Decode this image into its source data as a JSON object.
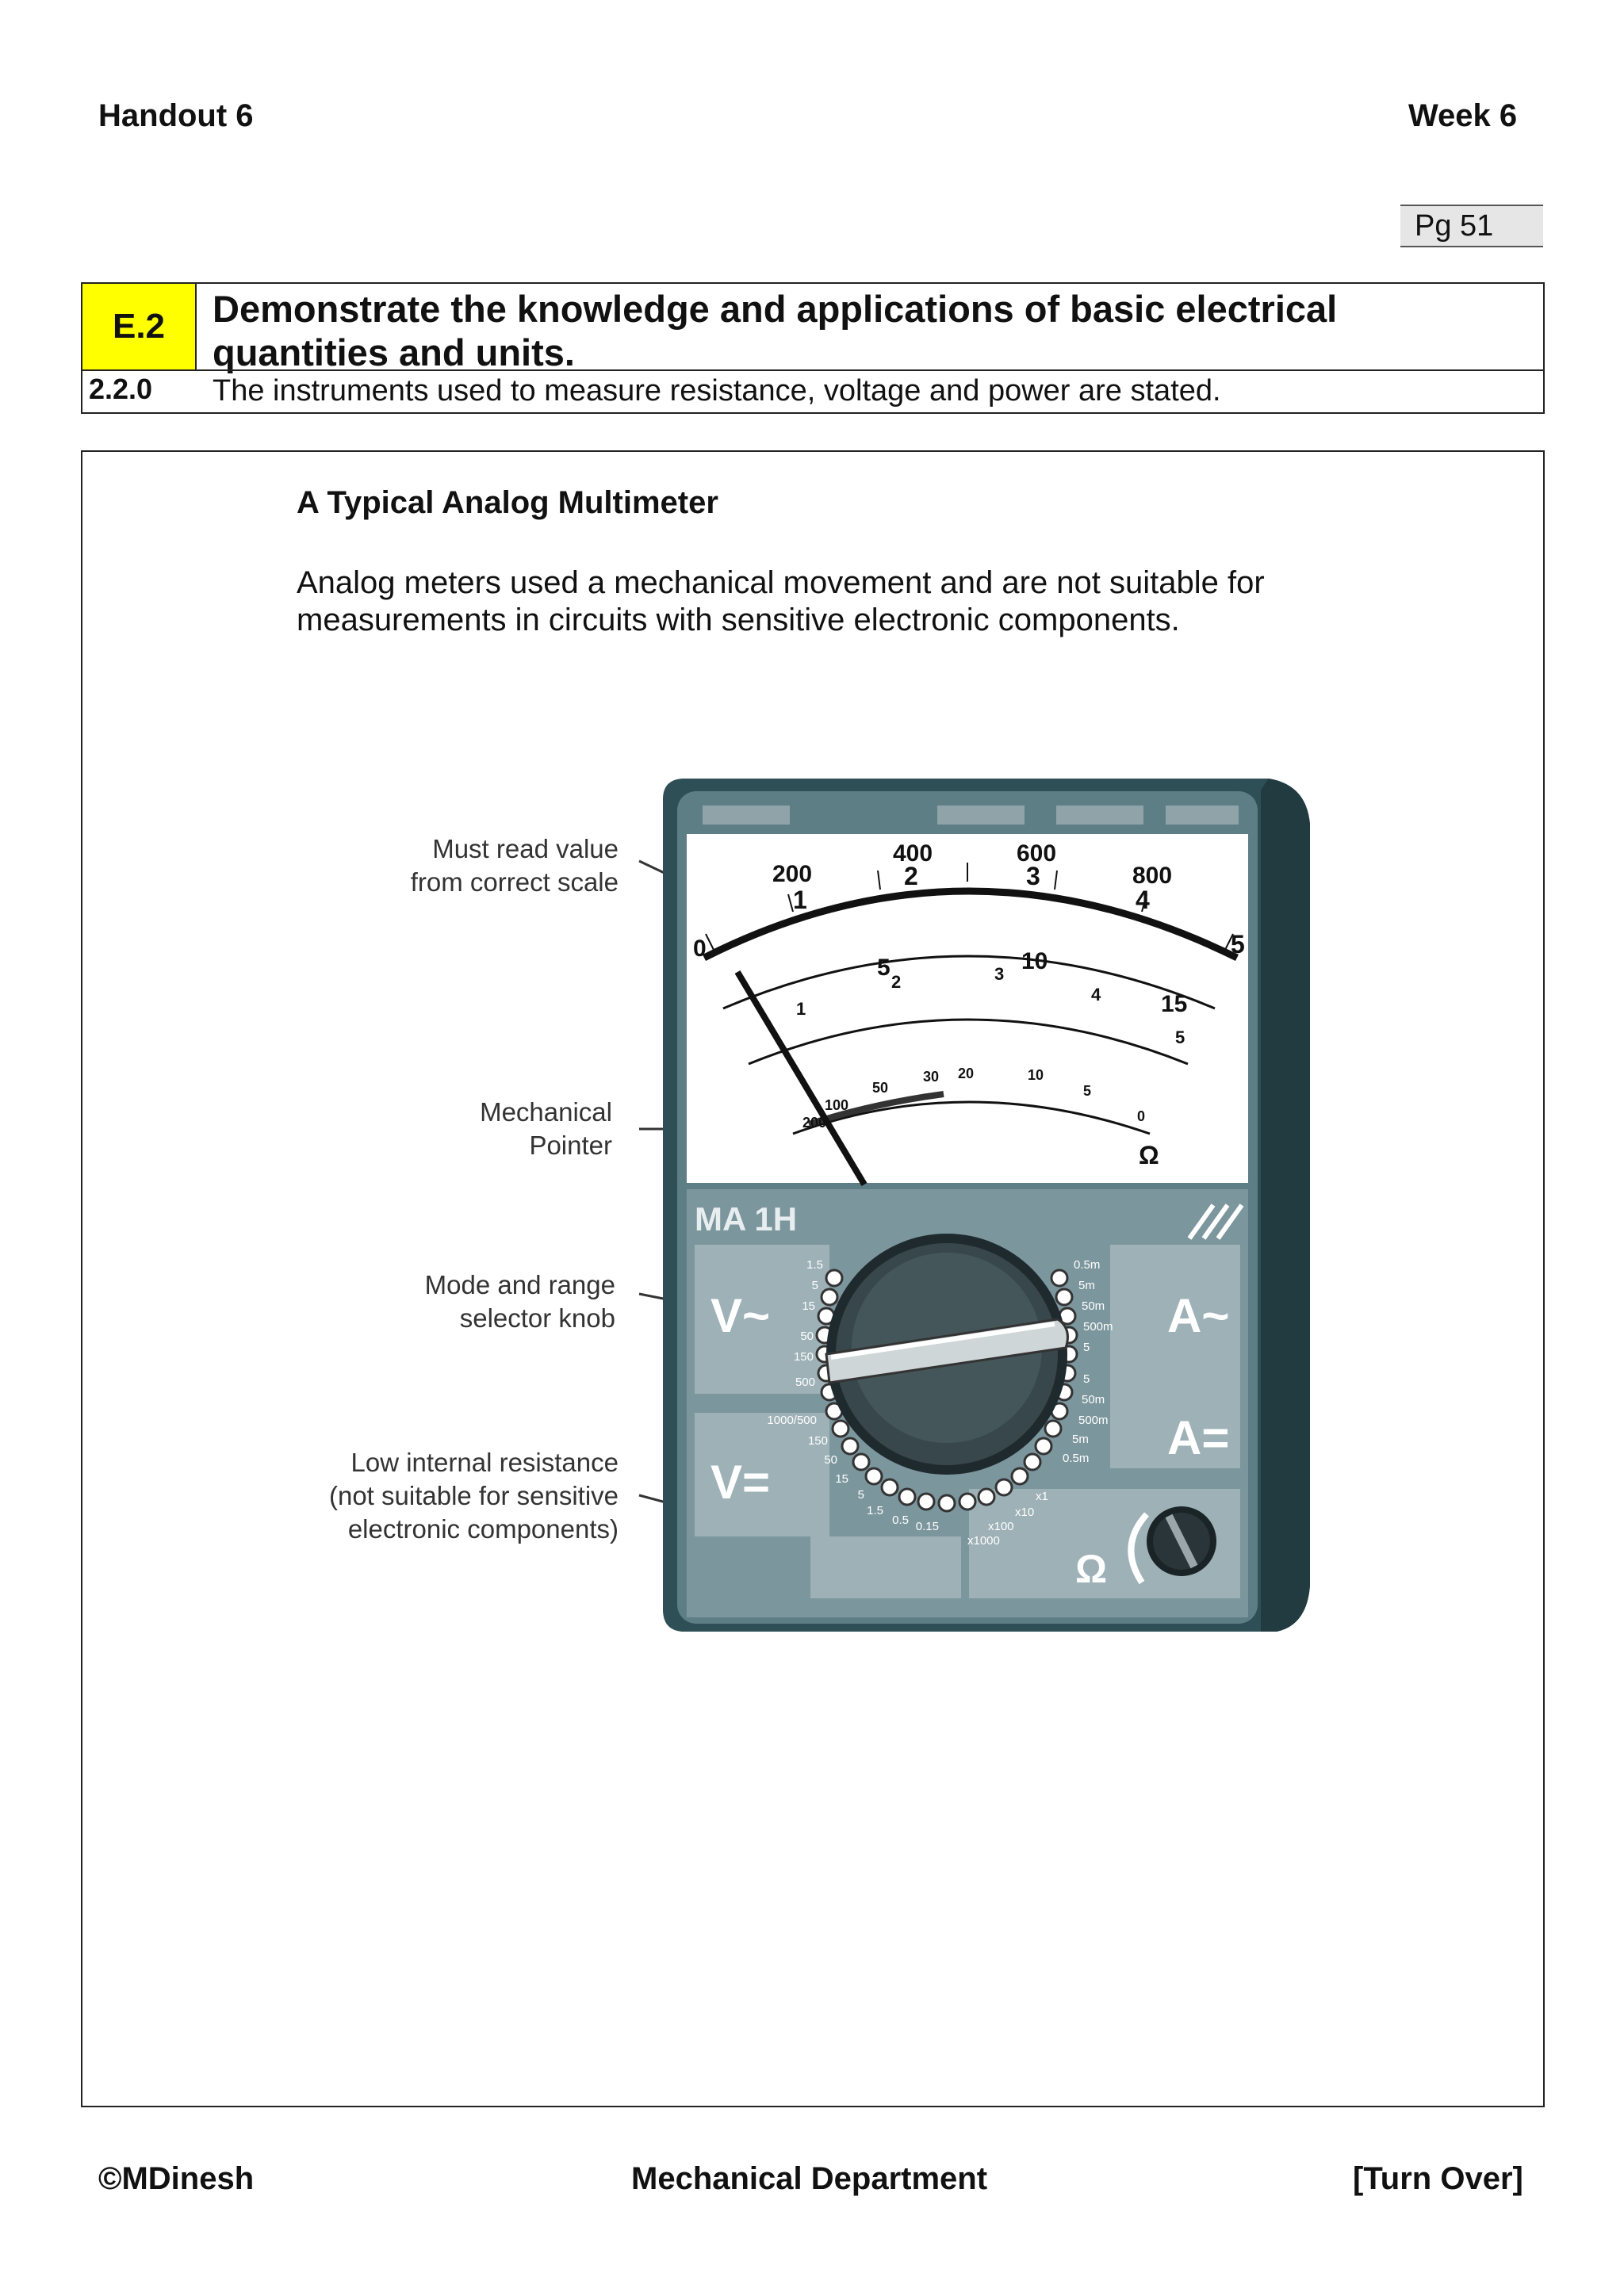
{
  "header": {
    "left": "Handout 6",
    "right": "Week 6",
    "page": "Pg 51"
  },
  "objective": {
    "code": "E.2",
    "title": "Demonstrate the knowledge and applications of basic electrical quantities and units.",
    "sub_code": "2.2.0",
    "sub_text": "The instruments used to measure resistance, voltage and power are stated."
  },
  "section": {
    "heading": "A Typical Analog Multimeter",
    "body": "Analog meters used a mechanical movement and are not suitable for measurements in circuits with sensitive electronic components."
  },
  "figure": {
    "callouts": [
      "Must read value\nfrom correct scale",
      "Mechanical\nPointer",
      "Mode and range\nselector knob",
      "Low internal resistance\n(not suitable for sensitive\nelectronic components)"
    ],
    "meter_model": "MA 1H",
    "scale_top_outer": [
      "0",
      "200",
      "400",
      "600",
      "800"
    ],
    "scale_top_inner": [
      "1",
      "2",
      "3",
      "4",
      "5"
    ],
    "scale_mid": [
      "5",
      "10",
      "15"
    ],
    "scale_mid2": [
      "1",
      "2",
      "3",
      "4",
      "5"
    ],
    "scale_ohm": [
      "200",
      "100",
      "50",
      "30",
      "20",
      "10",
      "5",
      "0"
    ],
    "panel_labels": {
      "v_ac": "V~",
      "a_ac": "A~",
      "v_dc": "V=",
      "a_dc": "A=",
      "ohm": "Ω"
    },
    "range_v_ac": [
      "1.5",
      "5",
      "15",
      "50",
      "150",
      "500"
    ],
    "range_a_ac": [
      "0.5m",
      "5m",
      "50m",
      "500m",
      "5"
    ],
    "range_a_dc": [
      "5",
      "50m",
      "500m",
      "5m",
      "0.5m"
    ],
    "range_v_dc": [
      "1000/500",
      "150",
      "50",
      "15",
      "5",
      "1.5",
      "0.5",
      "0.15"
    ],
    "range_ohm": [
      "x1",
      "x10",
      "x100",
      "x1000"
    ]
  },
  "footer": {
    "left": "©MDinesh",
    "center": "Mechanical Department",
    "right": "[Turn Over]"
  }
}
